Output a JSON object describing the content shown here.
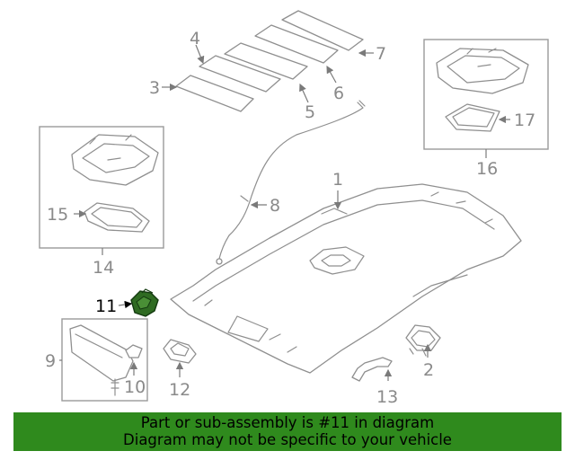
{
  "callouts": {
    "c1": "1",
    "c2": "2",
    "c3": "3",
    "c4": "4",
    "c5": "5",
    "c6": "6",
    "c7": "7",
    "c8": "8",
    "c9": "9",
    "c10": "10",
    "c11": "11",
    "c12": "12",
    "c13": "13",
    "c14": "14",
    "c15": "15",
    "c16": "16",
    "c17": "17"
  },
  "highlighted_part": "11",
  "highlight_color": "#2f8a1d",
  "banner": {
    "line1": "Part or sub-assembly is #11 in diagram",
    "line2": "Diagram may not be specific to your vehicle",
    "background": "#2f8a1d"
  }
}
